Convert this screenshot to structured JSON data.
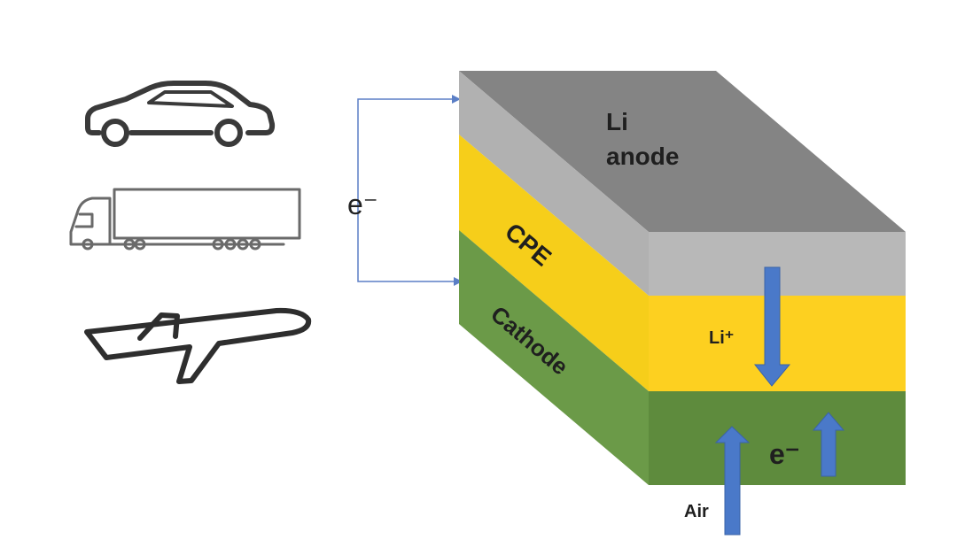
{
  "colors": {
    "background": "#ffffff",
    "anode_top": "#848484",
    "anode_side": "#b8b8b8",
    "cpe": "#f9cf18",
    "cathode": "#5e8b3d",
    "cathode_left": "#6b9a48",
    "arrow_blue": "#4a79c9",
    "wire_blue": "#5b7fc6",
    "icon_stroke": "#3a3a3a"
  },
  "icons": {
    "vehicle_1": "car-icon",
    "vehicle_2": "truck-icon",
    "vehicle_3": "airplane-icon"
  },
  "labels": {
    "electron_wire": "e⁻",
    "anode_line1": "Li",
    "anode_line2": "anode",
    "cpe": "CPE",
    "cathode": "Cathode",
    "li_ion": "Li⁺",
    "electron_cathode": "e⁻",
    "air": "Air"
  }
}
